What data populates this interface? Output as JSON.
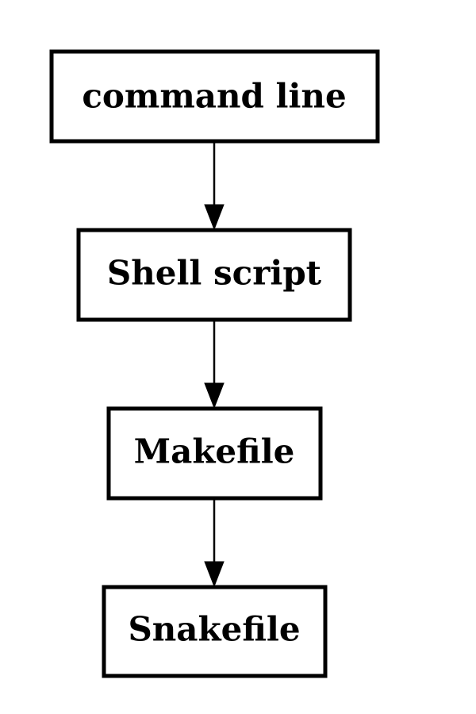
{
  "diagram": {
    "nodes": [
      {
        "id": "command-line",
        "label": "command line"
      },
      {
        "id": "shell-script",
        "label": "Shell script"
      },
      {
        "id": "makefile",
        "label": "Makefile"
      },
      {
        "id": "snakefile",
        "label": "Snakefile"
      }
    ],
    "edges": [
      {
        "from": "command-line",
        "to": "shell-script"
      },
      {
        "from": "shell-script",
        "to": "makefile"
      },
      {
        "from": "makefile",
        "to": "snakefile"
      }
    ]
  }
}
